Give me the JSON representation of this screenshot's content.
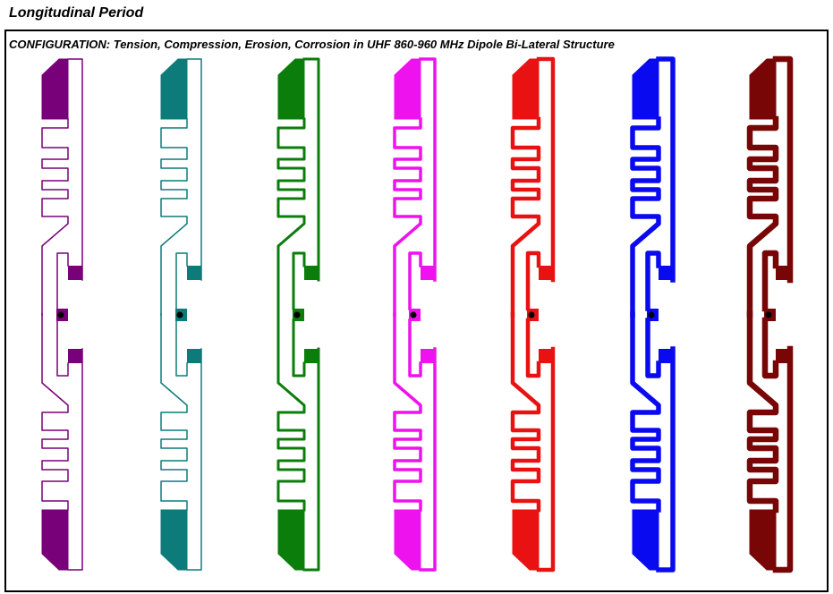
{
  "title": "Longitudinal Period",
  "configuration": "CONFIGURATION: Tension, Compression, Erosion, Corrosion in UHF 860-960 MHz Dipole Bi-Lateral Structure",
  "antennas": [
    {
      "name": "purple",
      "color": "#780078",
      "trace": 1.5
    },
    {
      "name": "teal",
      "color": "#0e7b7b",
      "trace": 1.5
    },
    {
      "name": "green",
      "color": "#0a7d0a",
      "trace": 3
    },
    {
      "name": "magenta",
      "color": "#ee12ee",
      "trace": 3.5
    },
    {
      "name": "red",
      "color": "#e81212",
      "trace": 4.5
    },
    {
      "name": "blue",
      "color": "#0a0af0",
      "trace": 5.5
    },
    {
      "name": "maroon",
      "color": "#780606",
      "trace": 6.5
    }
  ]
}
